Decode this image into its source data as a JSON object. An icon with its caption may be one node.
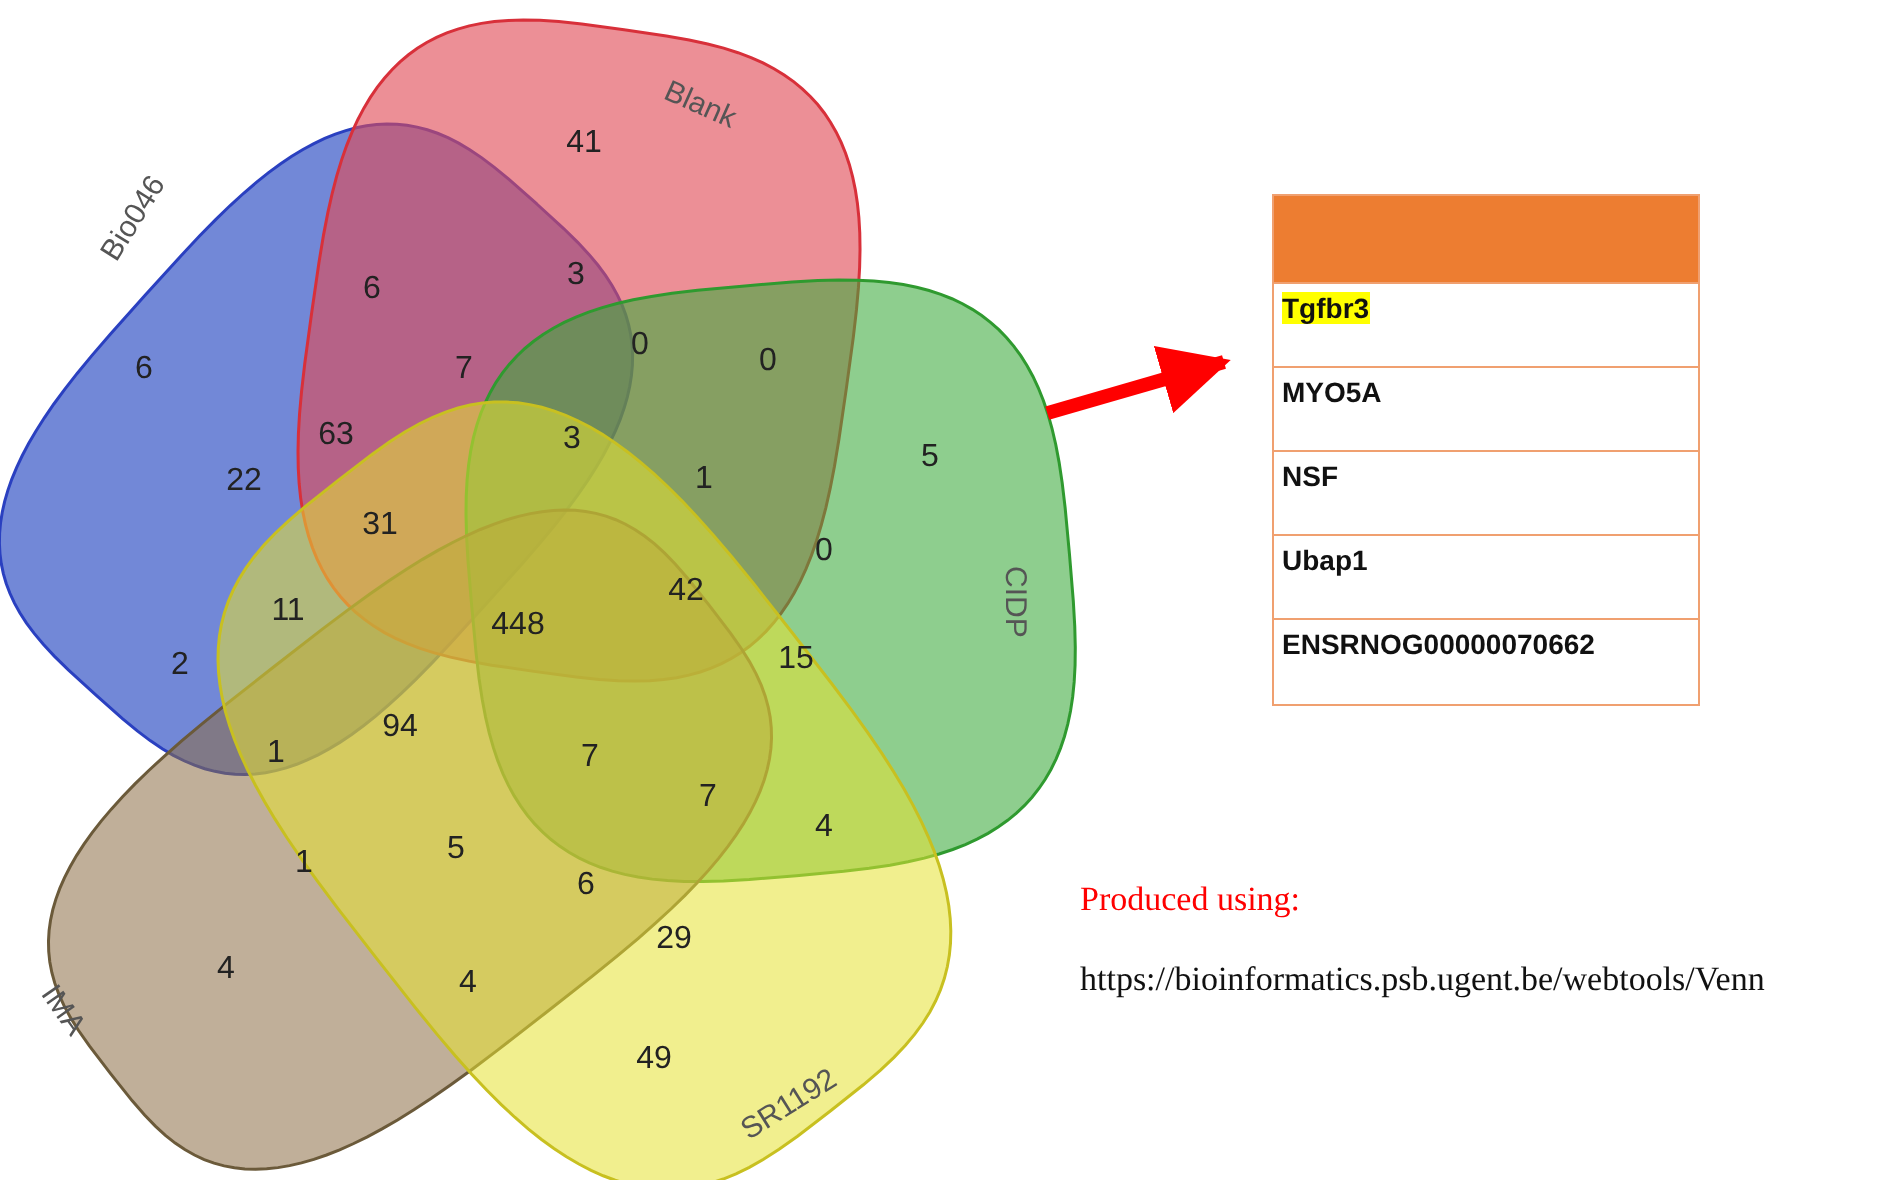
{
  "diagram": {
    "nodes": [
      {
        "text": [
          "Bio046"
        ]
      },
      {
        "text": [
          "Blank"
        ]
      },
      {
        "text": [
          "CIDP"
        ]
      },
      {
        "text": [
          "IMA"
        ]
      },
      {
        "text": [
          "SR1192"
        ]
      },
      {
        "text": [
          "Tgfbr3",
          "MYO5A",
          "NSF",
          "Ubap1",
          "ENSRNOG00000070662"
        ]
      }
    ],
    "edges": [
      {
        "from": 2,
        "to": 5,
        "arrow": "to"
      }
    ],
    "labels": [
      "41",
      "6",
      "6",
      "7",
      "3",
      "0",
      "0",
      "22",
      "63",
      "3",
      "1",
      "5",
      "31",
      "0",
      "2",
      "11",
      "448",
      "42",
      "15",
      "1",
      "94",
      "7",
      "7",
      "4",
      "1",
      "5",
      "6",
      "29",
      "4",
      "4",
      "49",
      "Produced using:",
      "https://bioinformatics.psb.ugent.be/webtools/Venn"
    ]
  }
}
